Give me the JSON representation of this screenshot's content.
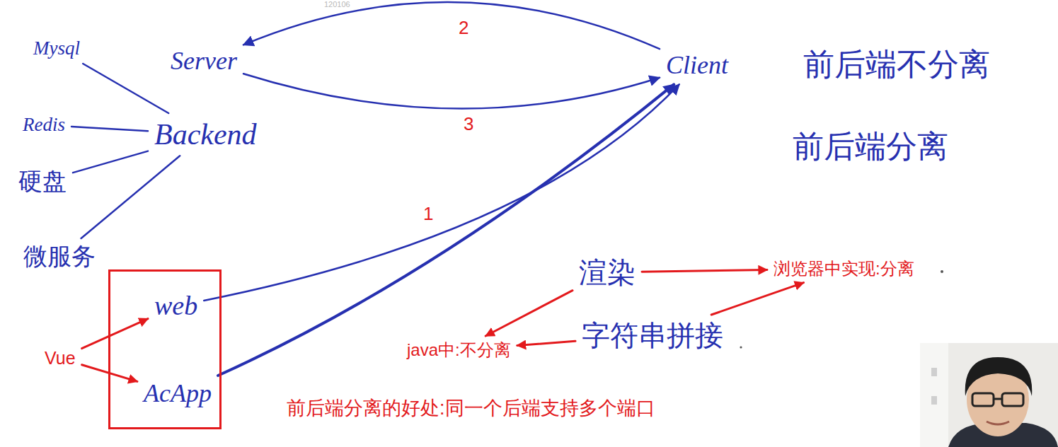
{
  "diagram": {
    "nodes": [
      {
        "text": [
          "Server"
        ]
      },
      {
        "text": [
          "Client"
        ]
      },
      {
        "text": [
          "Mysql"
        ]
      },
      {
        "text": [
          "Redis"
        ]
      },
      {
        "text": [
          "硬盘"
        ]
      },
      {
        "text": [
          "微服务"
        ]
      },
      {
        "text": [
          "Backend"
        ]
      },
      {
        "text": []
      },
      {
        "text": [
          "web"
        ],
        "in": 7
      },
      {
        "text": [
          "AcApp"
        ],
        "in": 7
      },
      {
        "text": [
          "Vue"
        ]
      },
      {
        "text": [
          "渲染"
        ]
      },
      {
        "text": [
          "字符串拼接"
        ]
      },
      {
        "text": [
          "浏览器中实现:分离"
        ]
      },
      {
        "text": [
          "java中:不分离"
        ]
      }
    ],
    "edges": [
      {
        "from": 2,
        "to": 6,
        "arrow": "none"
      },
      {
        "from": 3,
        "to": 6,
        "arrow": "none"
      },
      {
        "from": 4,
        "to": 6,
        "arrow": "none"
      },
      {
        "from": 5,
        "to": 6,
        "arrow": "none"
      },
      {
        "from": 1,
        "to": 0,
        "label": "2",
        "arrow": "to"
      },
      {
        "from": 0,
        "to": 1,
        "label": "3",
        "arrow": "to"
      },
      {
        "from": 8,
        "to": 1,
        "label": "1",
        "arrow": "to"
      },
      {
        "from": 9,
        "to": 1,
        "arrow": "to"
      },
      {
        "from": 10,
        "to": 8,
        "arrow": "to"
      },
      {
        "from": 10,
        "to": 9,
        "arrow": "to"
      },
      {
        "from": 11,
        "to": 13,
        "arrow": "to"
      },
      {
        "from": 11,
        "to": 14,
        "arrow": "to"
      },
      {
        "from": 12,
        "to": 14,
        "arrow": "to"
      },
      {
        "from": 12,
        "to": 13,
        "arrow": "to"
      }
    ],
    "labels": [
      "120106",
      "前后端不分离",
      "前后端分离",
      "前后端分离的好处:同一个后端支持多个端口"
    ]
  }
}
